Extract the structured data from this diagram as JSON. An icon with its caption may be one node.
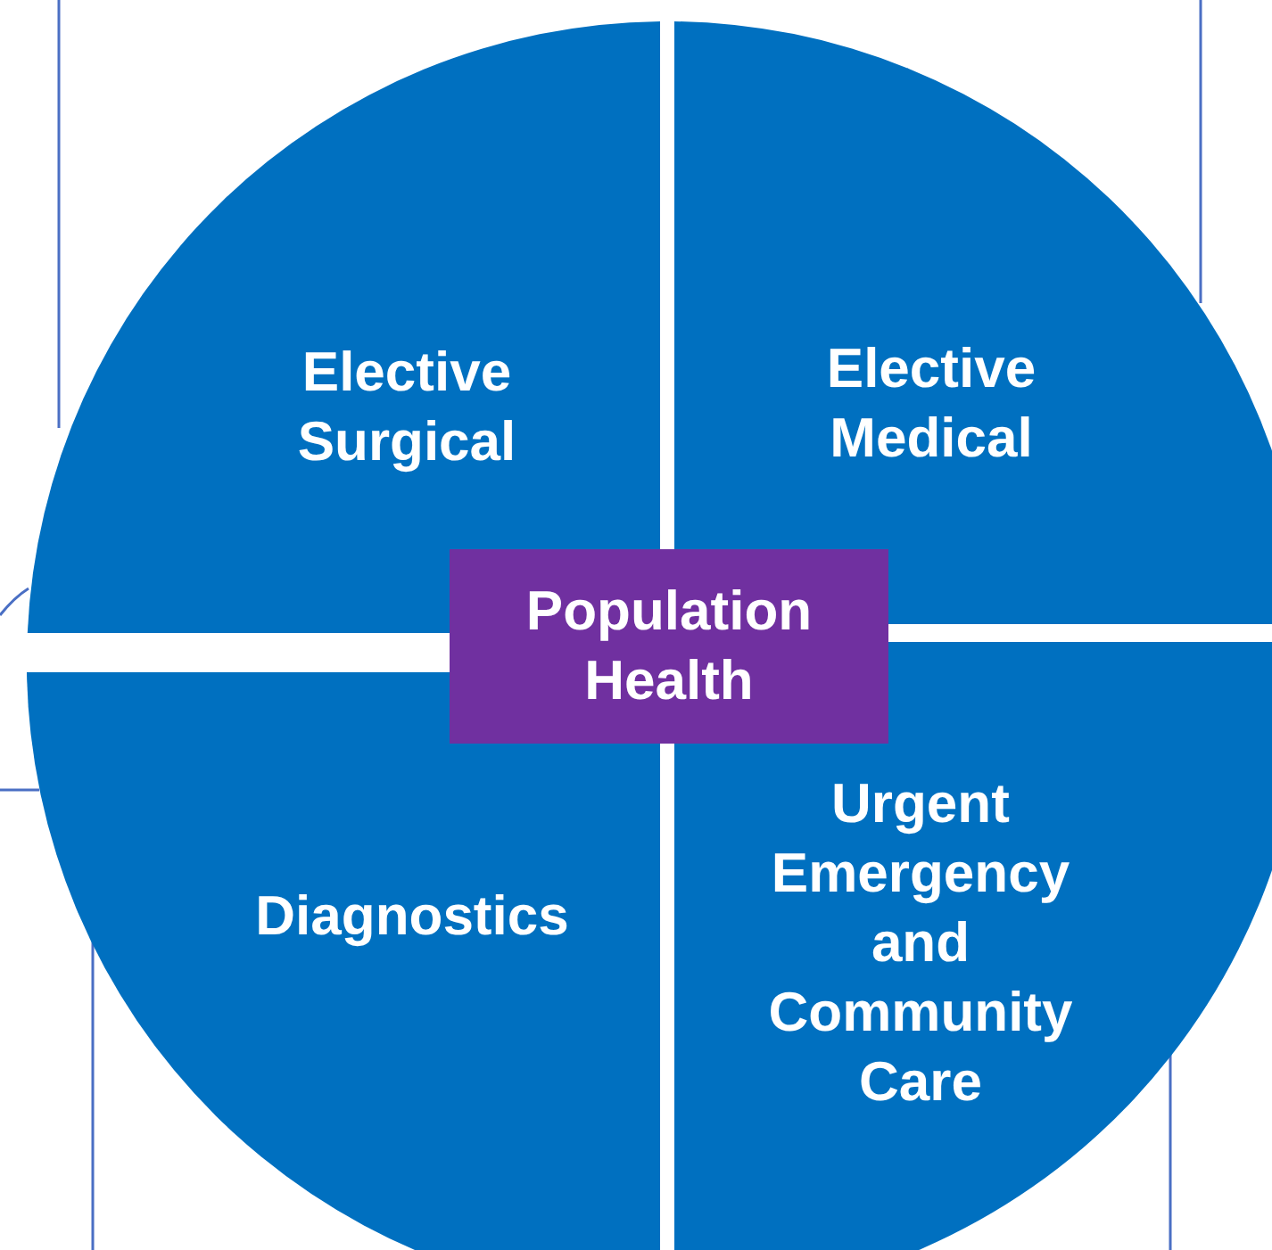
{
  "diagram": {
    "nodes": [
      {
        "text": [
          "Elective Surgical"
        ]
      },
      {
        "text": [
          "Elective Medical"
        ]
      },
      {
        "text": [
          "Diagnostics"
        ]
      },
      {
        "text": [
          "Urgent Emergency and Community Care"
        ]
      },
      {
        "text": [
          "Population Health"
        ]
      }
    ]
  }
}
